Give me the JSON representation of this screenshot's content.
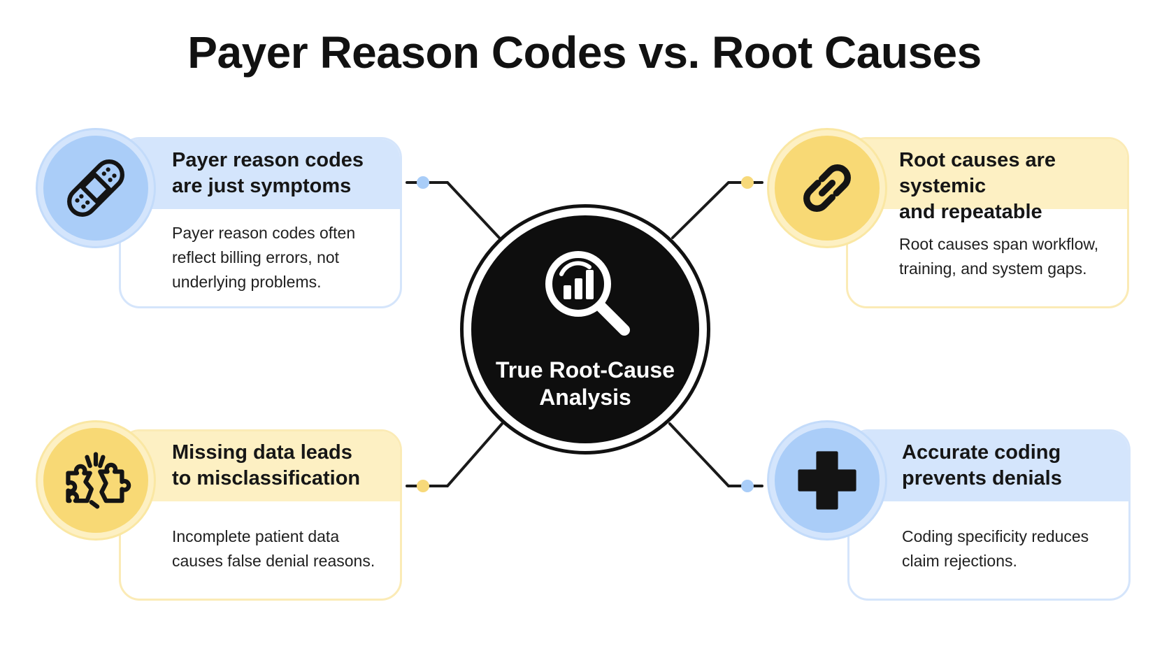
{
  "title": "Payer Reason Codes vs. Root Causes",
  "center": {
    "label_line1": "True Root-Cause",
    "label_line2": "Analysis",
    "icon": "magnifier-chart-icon"
  },
  "cards": {
    "top_left": {
      "heading_line1": "Payer reason codes",
      "heading_line2": "are just symptoms",
      "body_line1": "Payer reason codes often",
      "body_line2": "reflect billing errors, not",
      "body_line3": "underlying problems.",
      "icon": "bandage-icon",
      "accent": "#aacdf8"
    },
    "top_right": {
      "heading_line1": "Root causes are systemic",
      "heading_line2": "and repeatable",
      "body_line1": "Root causes span workflow,",
      "body_line2": "training, and system gaps.",
      "icon": "chain-link-icon",
      "accent": "#f8d975"
    },
    "bottom_left": {
      "heading_line1": "Missing data leads",
      "heading_line2": "to misclassification",
      "body_line1": "Incomplete patient data",
      "body_line2": "causes false denial reasons.",
      "icon": "broken-puzzle-icon",
      "accent": "#f8d975"
    },
    "bottom_right": {
      "heading_line1": "Accurate coding",
      "heading_line2": "prevents denials",
      "body_line1": "Coding specificity reduces",
      "body_line2": "claim rejections.",
      "icon": "medical-cross-icon",
      "accent": "#aacdf8"
    }
  }
}
